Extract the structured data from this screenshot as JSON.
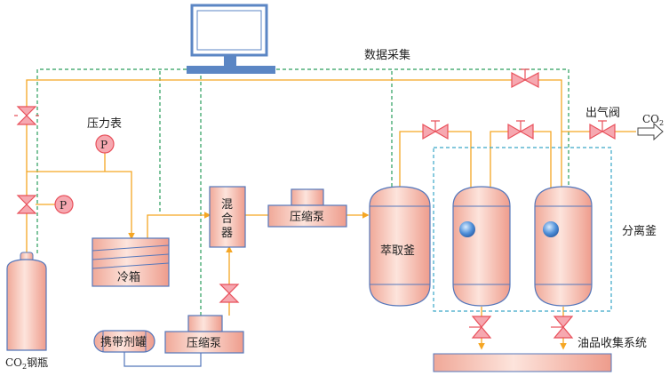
{
  "labels": {
    "data_acquisition": "数据采集",
    "pressure_gauge": "压力表",
    "gauge_symbol": "P",
    "outlet_valve": "出气阀",
    "co2_out": "CO",
    "co2_out_sub": "2",
    "cooler": "冷箱",
    "mixer": [
      "混",
      "合",
      "器"
    ],
    "compressor_top": "压缩泵",
    "compressor_bottom": "压缩泵",
    "extractor": "萃取釜",
    "separator": "分离釜",
    "entrainer_tank": "携带剂罐",
    "cylinder": "CO",
    "cylinder_sub": "2",
    "cylinder_suffix": "钢瓶",
    "oil_collection": "油品收集系统"
  },
  "colors": {
    "vessel_fill": "#f4b8a8",
    "vessel_stroke": "#5577bb",
    "pipe": "#f5a623",
    "valve": "#e8505b",
    "signal_line": "#2a9d5c",
    "separator_box": "#3aa6c8",
    "monitor": "#5b86c4"
  }
}
